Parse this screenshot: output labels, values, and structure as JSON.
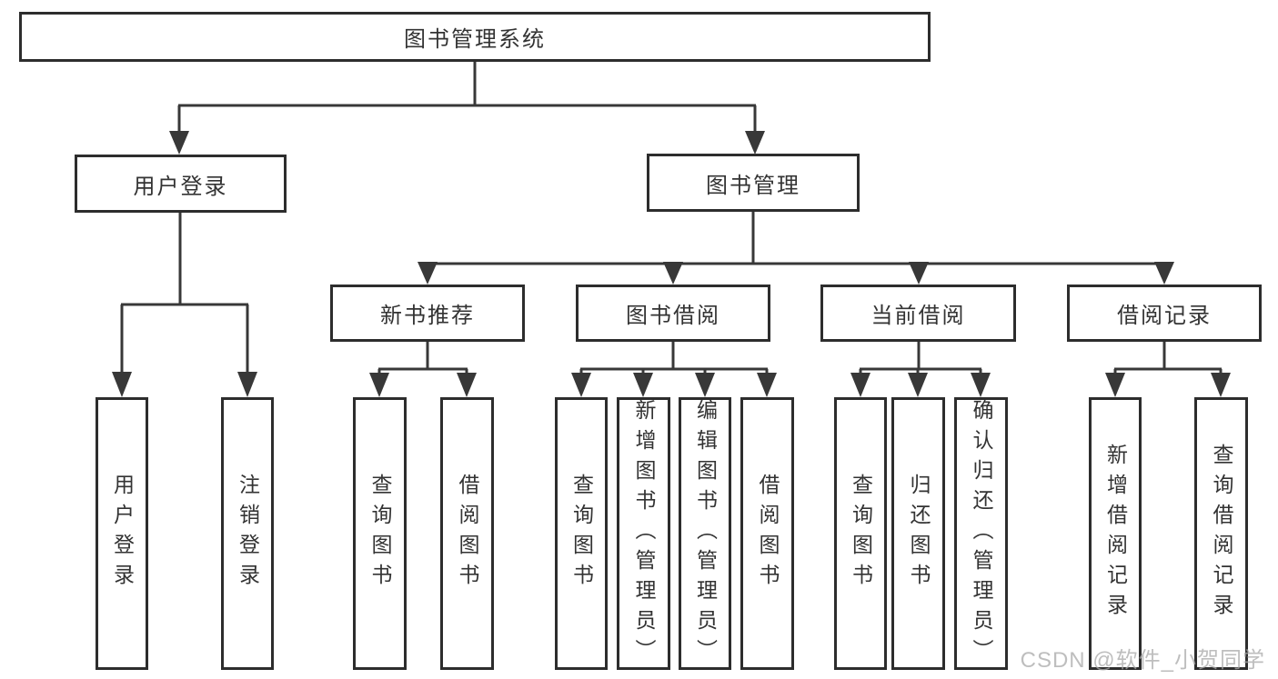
{
  "diagram": {
    "title": "图书管理系统",
    "nodes": {
      "root": "图书管理系统",
      "user_login": "用户登录",
      "book_mgmt": "图书管理",
      "new_book_rec": "新书推荐",
      "book_borrow": "图书借阅",
      "current_borrow": "当前借阅",
      "borrow_records": "借阅记录",
      "leaf_user_login": "用户登录",
      "leaf_logout": "注销登录",
      "leaf_nbr_query": "查询图书",
      "leaf_nbr_borrow": "借阅图书",
      "leaf_bb_query": "查询图书",
      "leaf_bb_add": "新增图书（管理员）",
      "leaf_bb_edit": "编辑图书（管理员）",
      "leaf_bb_borrow": "借阅图书",
      "leaf_cb_query": "查询图书",
      "leaf_cb_return": "归还图书",
      "leaf_cb_confirm": "确认归还（管理员）",
      "leaf_br_add": "新增借阅记录",
      "leaf_br_query": "查询借阅记录"
    },
    "edges": [
      [
        "root",
        "user_login"
      ],
      [
        "root",
        "book_mgmt"
      ],
      [
        "user_login",
        "leaf_user_login"
      ],
      [
        "user_login",
        "leaf_logout"
      ],
      [
        "book_mgmt",
        "new_book_rec"
      ],
      [
        "book_mgmt",
        "book_borrow"
      ],
      [
        "book_mgmt",
        "current_borrow"
      ],
      [
        "book_mgmt",
        "borrow_records"
      ],
      [
        "new_book_rec",
        "leaf_nbr_query"
      ],
      [
        "new_book_rec",
        "leaf_nbr_borrow"
      ],
      [
        "book_borrow",
        "leaf_bb_query"
      ],
      [
        "book_borrow",
        "leaf_bb_add"
      ],
      [
        "book_borrow",
        "leaf_bb_edit"
      ],
      [
        "book_borrow",
        "leaf_bb_borrow"
      ],
      [
        "current_borrow",
        "leaf_cb_query"
      ],
      [
        "current_borrow",
        "leaf_cb_return"
      ],
      [
        "current_borrow",
        "leaf_cb_confirm"
      ],
      [
        "borrow_records",
        "leaf_br_add"
      ],
      [
        "borrow_records",
        "leaf_br_query"
      ]
    ]
  },
  "watermark": {
    "text": "CSDN @软件_小贺同学"
  },
  "colors": {
    "line": "#383838",
    "box_border": "#2d2d2d",
    "text": "#333333",
    "background": "#ffffff",
    "watermark_text": "#a9a9a9"
  }
}
